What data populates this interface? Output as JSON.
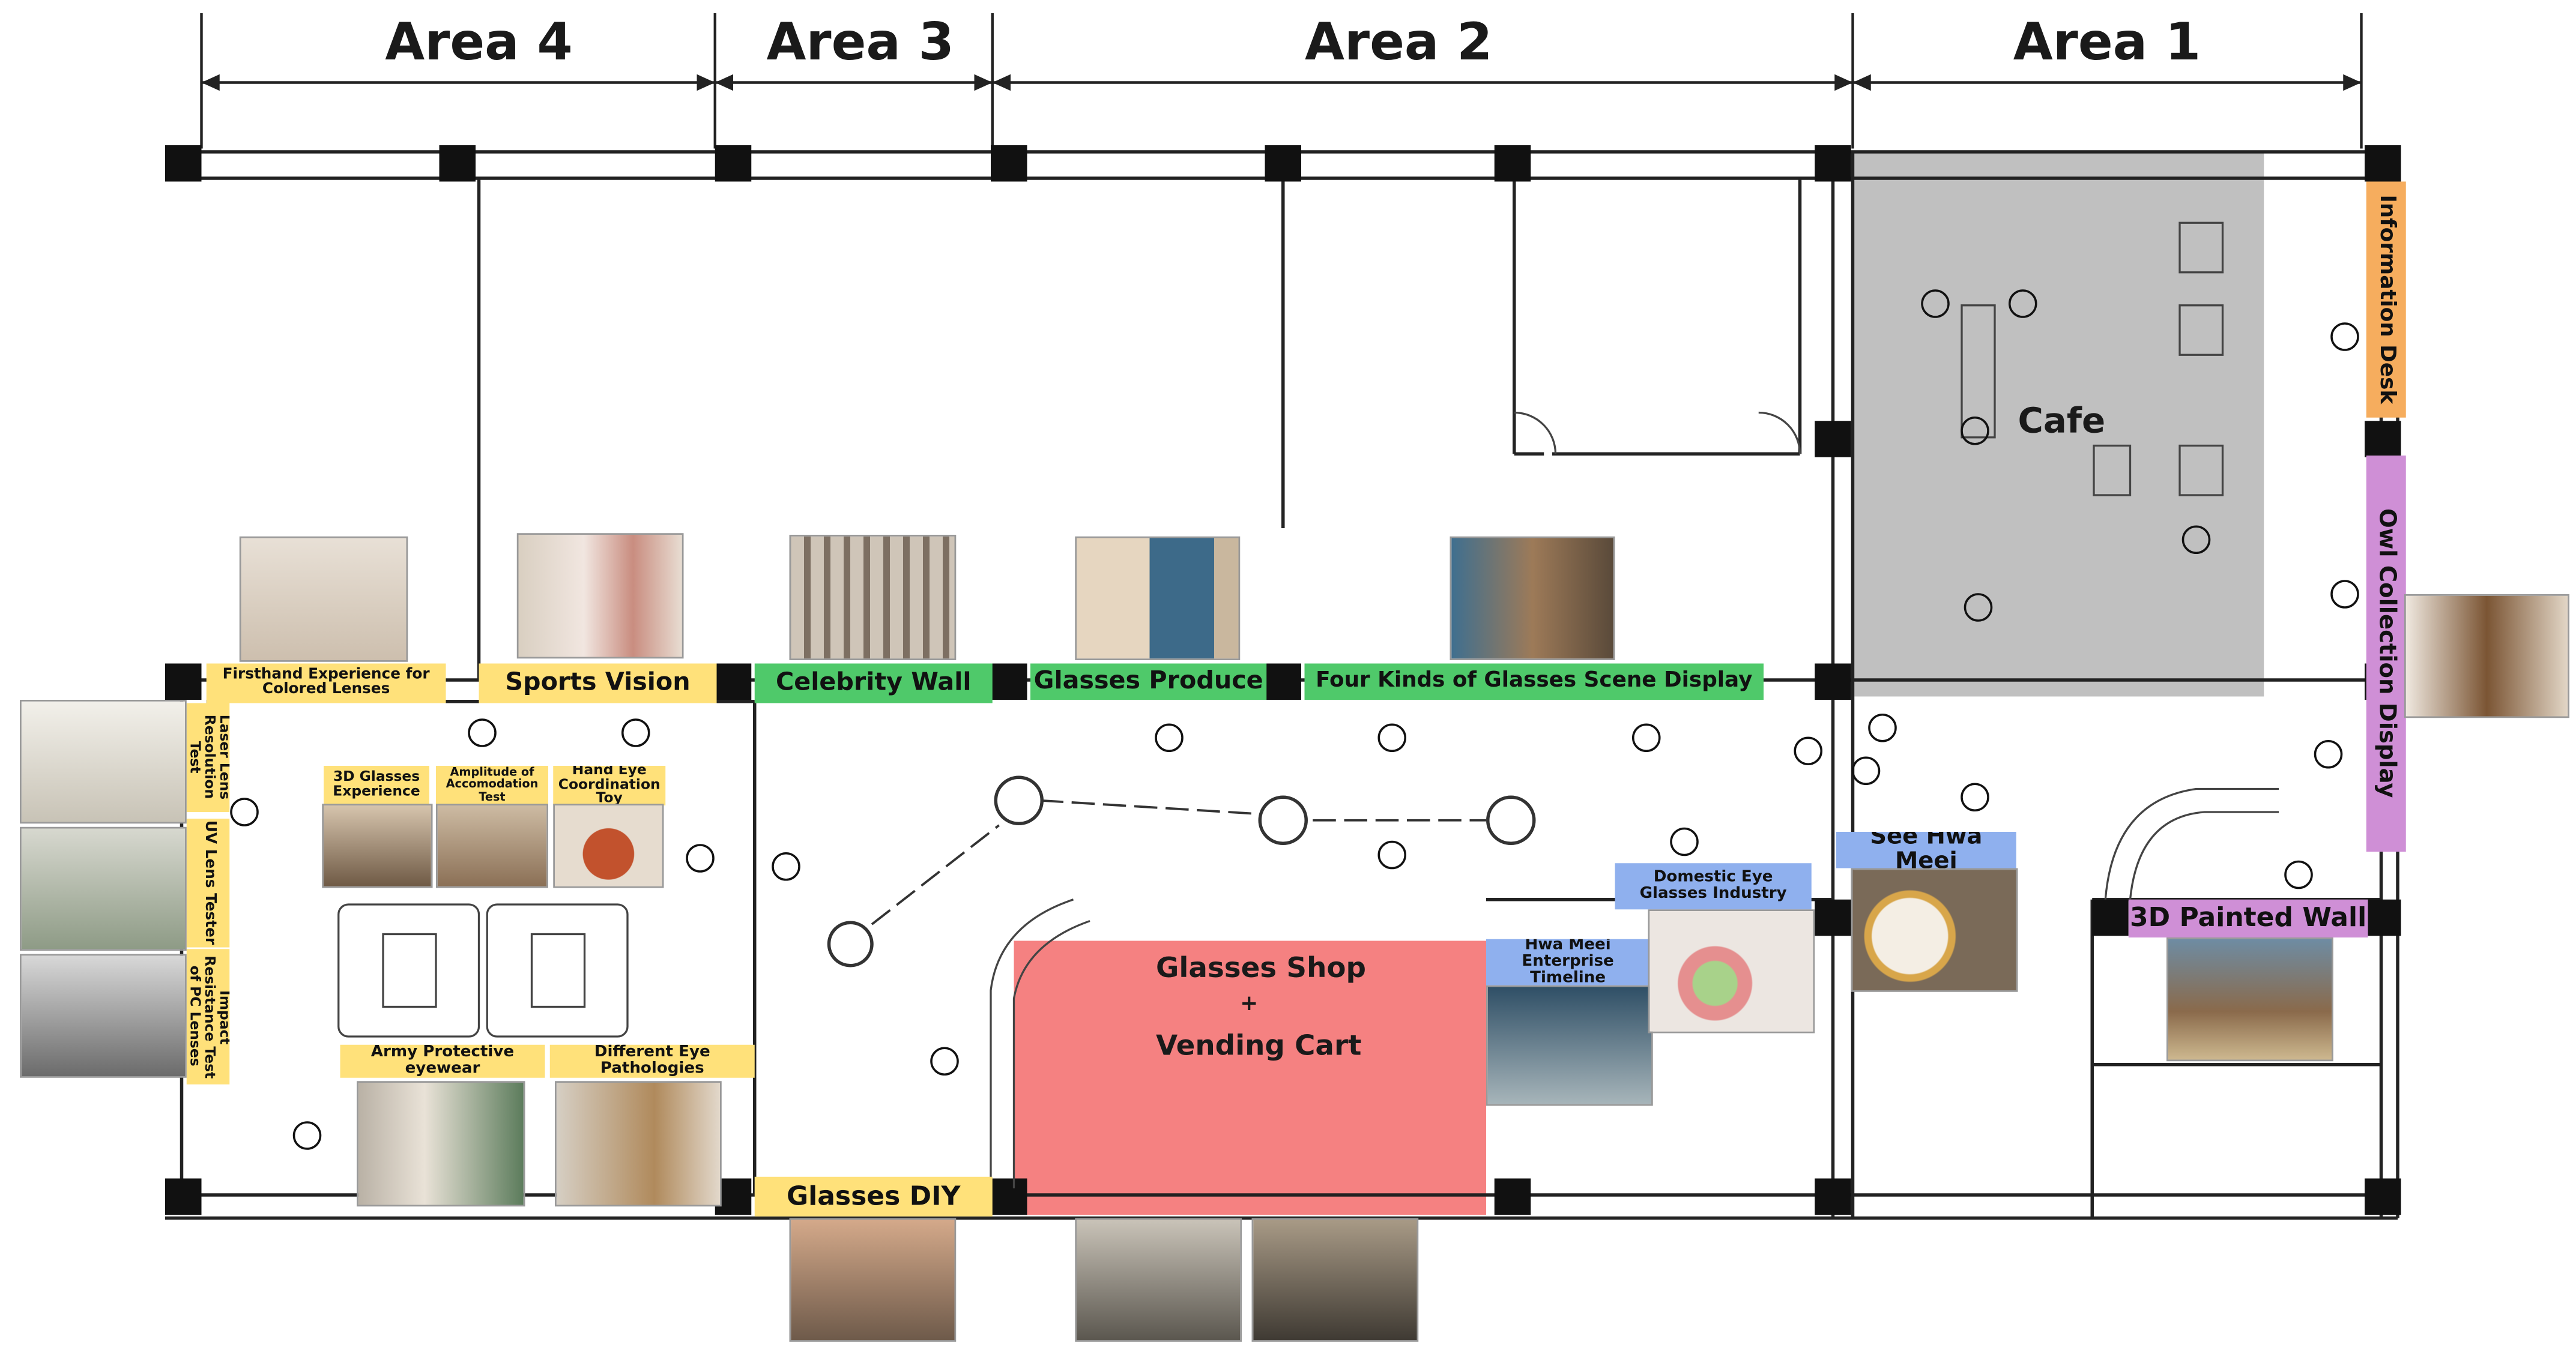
{
  "areas": {
    "area4": "Area 4",
    "area3": "Area 3",
    "area2": "Area 2",
    "area1": "Area 1"
  },
  "zones": {
    "cafe": "Cafe",
    "glasses_shop_line1": "Glasses Shop",
    "glasses_shop_plus": "+",
    "glasses_shop_line2": "Vending Cart"
  },
  "exhibits": {
    "firsthand_colored": "Firsthand Experience for Colored Lenses",
    "sports_vision": "Sports Vision",
    "celebrity_wall": "Celebrity Wall",
    "glasses_produce": "Glasses Produce",
    "four_kinds": "Four Kinds of Glasses Scene Display",
    "information_desk": "Information Desk",
    "owl_collection": "Owl Collection Display",
    "see_hwa_meei": "See Hwa Meei",
    "painted_wall": "3D Painted Wall",
    "domestic_industry": "Domestic Eye Glasses Industry",
    "enterprise_timeline": "Hwa Meei Enterprise Timeline",
    "glasses_diy": "Glasses DIY",
    "laser_lens": "Laser Lens Resolution Test",
    "uv_lens": "UV Lens Tester",
    "impact_resistance": "Impact Resistance Test of PC Lenses",
    "glasses_3d": "3D Glasses Experience",
    "amplitude": "Amplitude of Accomodation Test",
    "hand_eye": "Hand Eye Coordination Toy",
    "army_eyewear": "Army Protective eyewear",
    "eye_pathologies": "Different Eye Pathologies"
  },
  "colors": {
    "yellow": "#ffe17a",
    "green": "#4fc96a",
    "blue": "#8fb0ee",
    "purple": "#cf8fd6",
    "orange": "#f6ad5e",
    "cafe_fill": "#bdbdbd",
    "shop_fill": "#f47a7a"
  }
}
